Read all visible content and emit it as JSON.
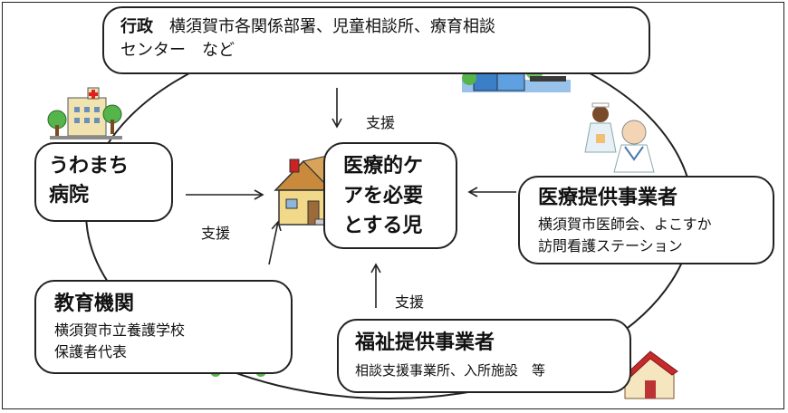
{
  "gyosei": {
    "title": "行政",
    "desc_line1": "横須賀市各関係部署、児童相談所、療育相談",
    "desc_line2": "センター　など"
  },
  "hospital": {
    "line1": "うわまち",
    "line2": "病院"
  },
  "center": {
    "line1": "医療的ケ",
    "line2": "アを必要",
    "line3": "とする児"
  },
  "iryo": {
    "title": "医療提供事業者",
    "desc_line1": "横須賀市医師会、よこすか",
    "desc_line2": "訪問看護ステーション"
  },
  "kyoiku": {
    "title": "教育機関",
    "desc_line1": "横須賀市立養護学校",
    "desc_line2": "保護者代表"
  },
  "fukushi": {
    "title": "福祉提供事業者",
    "desc": "相談支援事業所、入所施設　等"
  },
  "support_labels": {
    "top": "支援",
    "left": "支援",
    "bottom": "支援"
  }
}
